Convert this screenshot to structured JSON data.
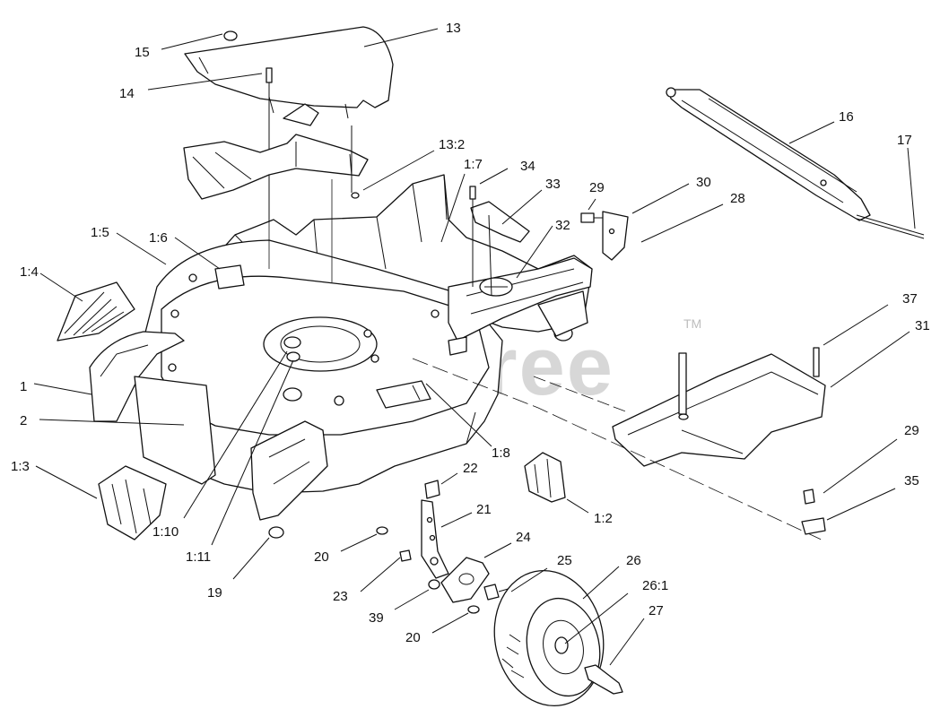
{
  "watermark": {
    "text": "Partsfree",
    "trademark": "TM"
  },
  "callouts": [
    {
      "id": "c13",
      "text": "13"
    },
    {
      "id": "c15",
      "text": "15"
    },
    {
      "id": "c14",
      "text": "14"
    },
    {
      "id": "c13_2",
      "text": "13:2"
    },
    {
      "id": "c1_7",
      "text": "1:7"
    },
    {
      "id": "c34",
      "text": "34"
    },
    {
      "id": "c33",
      "text": "33"
    },
    {
      "id": "c29a",
      "text": "29"
    },
    {
      "id": "c30",
      "text": "30"
    },
    {
      "id": "c28",
      "text": "28"
    },
    {
      "id": "c16",
      "text": "16"
    },
    {
      "id": "c17",
      "text": "17"
    },
    {
      "id": "c1_5",
      "text": "1:5"
    },
    {
      "id": "c1_6",
      "text": "1:6"
    },
    {
      "id": "c32",
      "text": "32"
    },
    {
      "id": "c1_4",
      "text": "1:4"
    },
    {
      "id": "c37",
      "text": "37"
    },
    {
      "id": "c31",
      "text": "31"
    },
    {
      "id": "c1",
      "text": "1"
    },
    {
      "id": "c2",
      "text": "2"
    },
    {
      "id": "c1_8",
      "text": "1:8"
    },
    {
      "id": "c29b",
      "text": "29"
    },
    {
      "id": "c35",
      "text": "35"
    },
    {
      "id": "c1_3",
      "text": "1:3"
    },
    {
      "id": "c22",
      "text": "22"
    },
    {
      "id": "c1_2",
      "text": "1:2"
    },
    {
      "id": "c21",
      "text": "21"
    },
    {
      "id": "c1_10",
      "text": "1:10"
    },
    {
      "id": "c24",
      "text": "24"
    },
    {
      "id": "c1_11",
      "text": "1:11"
    },
    {
      "id": "c20a",
      "text": "20"
    },
    {
      "id": "c25",
      "text": "25"
    },
    {
      "id": "c26",
      "text": "26"
    },
    {
      "id": "c26_1",
      "text": "26:1"
    },
    {
      "id": "c19",
      "text": "19"
    },
    {
      "id": "c23",
      "text": "23"
    },
    {
      "id": "c39",
      "text": "39"
    },
    {
      "id": "c27",
      "text": "27"
    },
    {
      "id": "c20b",
      "text": "20"
    }
  ]
}
